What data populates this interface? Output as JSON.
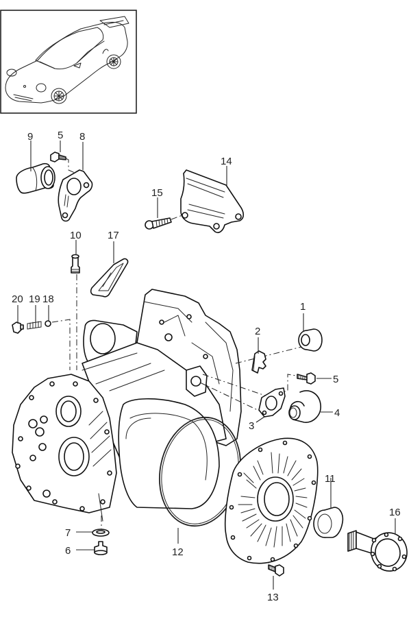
{
  "diagram": {
    "subject": "Transmission housing exploded view",
    "thumbnail": {
      "label": "vehicle-thumbnail"
    },
    "callouts": [
      {
        "id": "c1",
        "number": "1"
      },
      {
        "id": "c2",
        "number": "2"
      },
      {
        "id": "c3",
        "number": "3"
      },
      {
        "id": "c4",
        "number": "4"
      },
      {
        "id": "c5a",
        "number": "5"
      },
      {
        "id": "c5b",
        "number": "5"
      },
      {
        "id": "c6",
        "number": "6"
      },
      {
        "id": "c7",
        "number": "7"
      },
      {
        "id": "c8",
        "number": "8"
      },
      {
        "id": "c9",
        "number": "9"
      },
      {
        "id": "c10",
        "number": "10"
      },
      {
        "id": "c11",
        "number": "11"
      },
      {
        "id": "c12",
        "number": "12"
      },
      {
        "id": "c13",
        "number": "13"
      },
      {
        "id": "c14",
        "number": "14"
      },
      {
        "id": "c15",
        "number": "15"
      },
      {
        "id": "c16",
        "number": "16"
      },
      {
        "id": "c17",
        "number": "17"
      },
      {
        "id": "c18",
        "number": "18"
      },
      {
        "id": "c19",
        "number": "19"
      },
      {
        "id": "c20",
        "number": "20"
      }
    ]
  }
}
